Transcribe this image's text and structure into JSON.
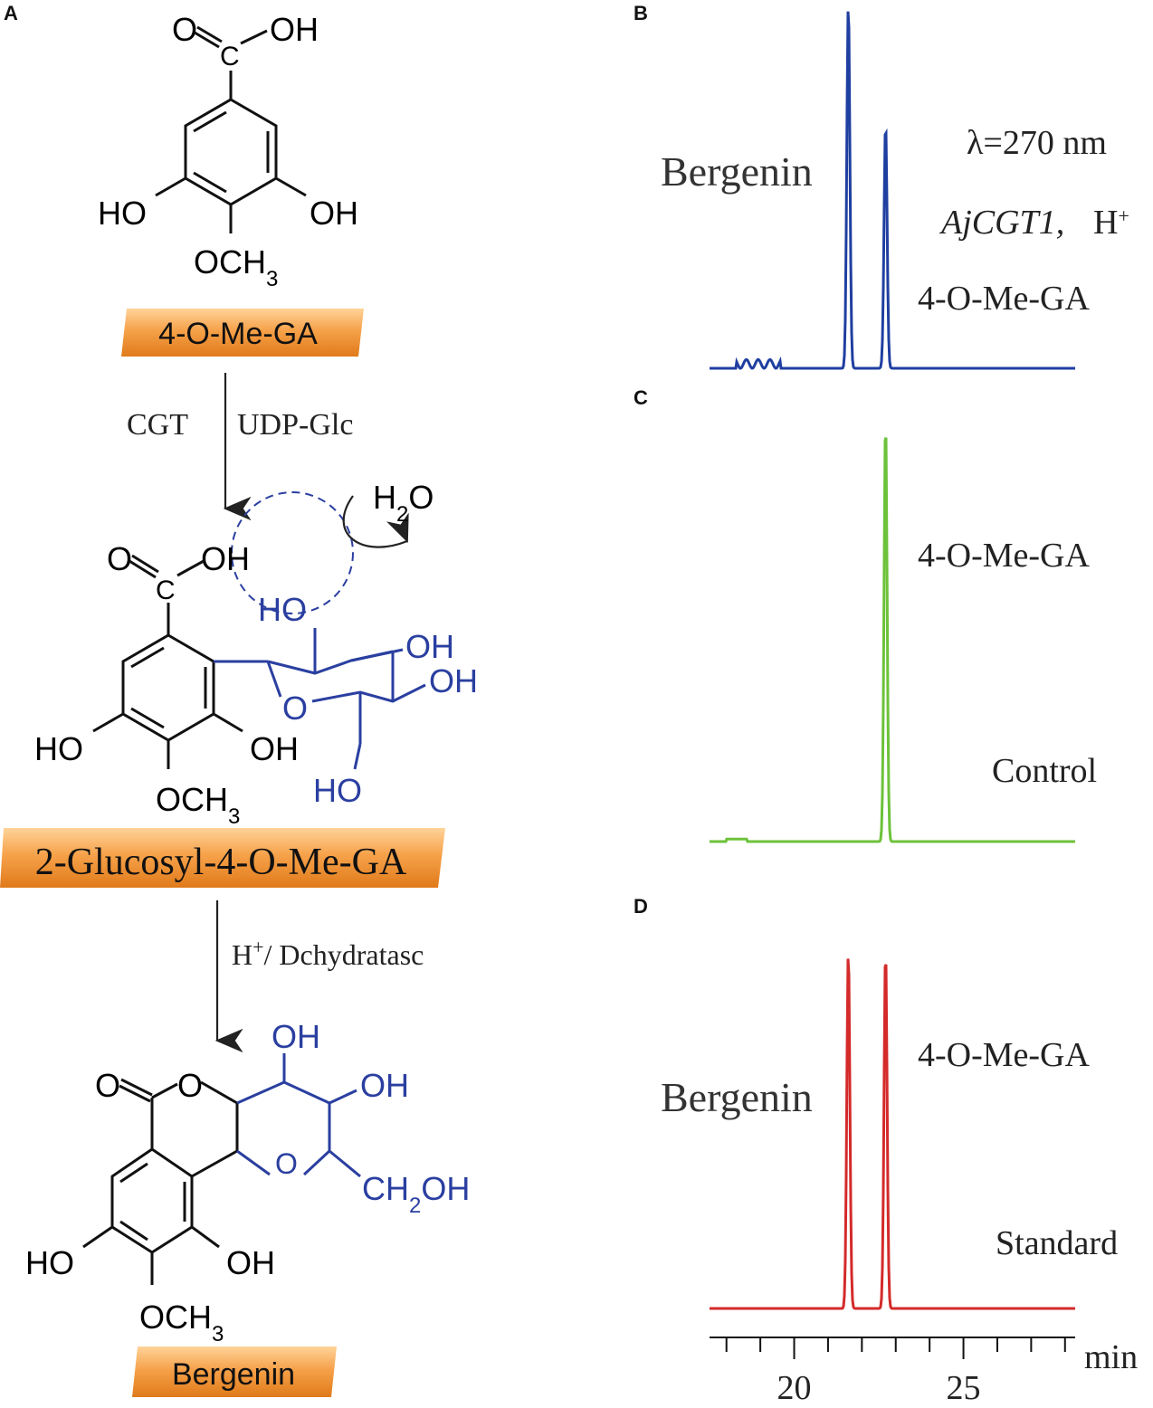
{
  "panels": {
    "A": "A",
    "B": "B",
    "C": "C",
    "D": "D"
  },
  "compounds": {
    "c1": "4-O-Me-GA",
    "c2": "2-Glucosyl-4-O-Me-GA",
    "c3": "Bergenin"
  },
  "reaction": {
    "step1_left": "CGT",
    "step1_right": "UDP-Glc",
    "water": "H2O",
    "step2": "H+/ Dchydratasc"
  },
  "atoms": {
    "OH": "OH",
    "HO": "HO",
    "O": "O",
    "OCH3": "OCH3",
    "CH2OH": "CH2OH",
    "C": "C"
  },
  "chromatograms": {
    "B": {
      "label_peak1": "Bergenin",
      "label_peak2": "4-O-Me-GA",
      "wavelength": "λ=270 nm",
      "enzyme": "AjCGT1,",
      "acid": "H+",
      "color": "#1f3fa0"
    },
    "C": {
      "label_peak2": "4-O-Me-GA",
      "condition": "Control",
      "color": "#6cc23a"
    },
    "D": {
      "label_peak1": "Bergenin",
      "label_peak2": "4-O-Me-GA",
      "condition": "Standard",
      "color": "#d42a2a"
    }
  },
  "chart_data": {
    "type": "line",
    "xlabel": "min",
    "xlim": [
      17.5,
      28.3
    ],
    "ticks_major": [
      20,
      25
    ],
    "ticks_major_labels": [
      "20",
      "25"
    ],
    "series": [
      {
        "name": "AjCGT1,H+",
        "peaks": [
          {
            "x": 21.6,
            "height": 1.0
          },
          {
            "x": 22.7,
            "height": 0.67
          }
        ]
      },
      {
        "name": "Control",
        "peaks": [
          {
            "x": 22.7,
            "height": 1.0
          }
        ]
      },
      {
        "name": "Standard",
        "peaks": [
          {
            "x": 21.6,
            "height": 1.0
          },
          {
            "x": 22.7,
            "height": 1.0
          }
        ]
      }
    ]
  }
}
